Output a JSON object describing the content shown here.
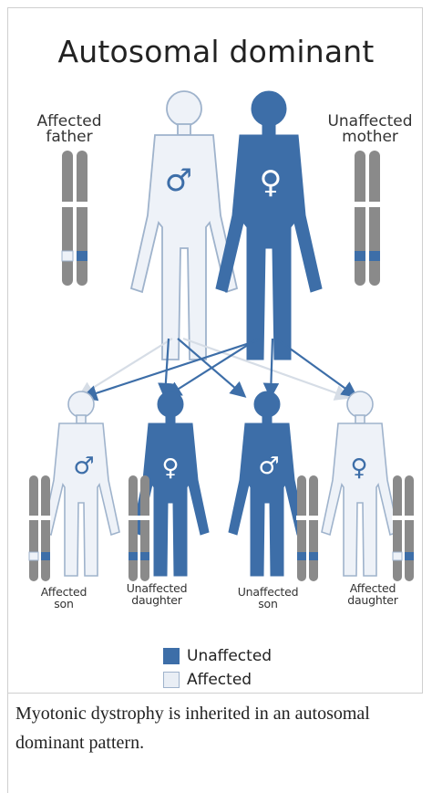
{
  "diagram": {
    "title": "Autosomal dominant",
    "parents": {
      "father": {
        "label_line1": "Affected",
        "label_line2": "father",
        "symbol": "♂"
      },
      "mother": {
        "label_line1": "Unaffected",
        "label_line2": "mother",
        "symbol": "♀"
      }
    },
    "children": [
      {
        "label_line1": "Affected",
        "label_line2": "son",
        "symbol": "♂"
      },
      {
        "label_line1": "Unaffected",
        "label_line2": "daughter",
        "symbol": "♀"
      },
      {
        "label_line1": "Unaffected",
        "label_line2": "son",
        "symbol": "♂"
      },
      {
        "label_line1": "Affected",
        "label_line2": "daughter",
        "symbol": "♀"
      }
    ],
    "legend": {
      "unaffected": "Unaffected",
      "affected": "Affected"
    },
    "colors": {
      "unaffected_fill": "#3d6ea8",
      "affected_fill": "#e9eef5",
      "outline": "#9fb3cc",
      "chromosome": "#8a8a8a",
      "arrow_light": "#d6dde6"
    }
  },
  "caption": "Myotonic dystrophy is inherited in an autosomal dominant pattern."
}
